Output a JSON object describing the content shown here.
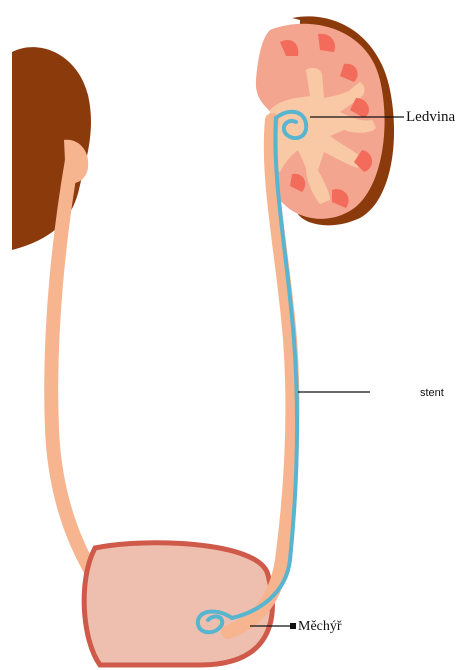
{
  "labels": {
    "kidney": "Ledvina",
    "stent": "stent",
    "bladder": "Měchýř"
  },
  "colors": {
    "kidney_dark": "#8b3a0c",
    "kidney_body": "#f4a58f",
    "kidney_inner": "#f9c9a6",
    "papilla": "#f26b5b",
    "ureter": "#f6b48f",
    "bladder_fill": "#eebfaf",
    "bladder_rim": "#cf5a4a",
    "stent": "#58b5cf"
  }
}
